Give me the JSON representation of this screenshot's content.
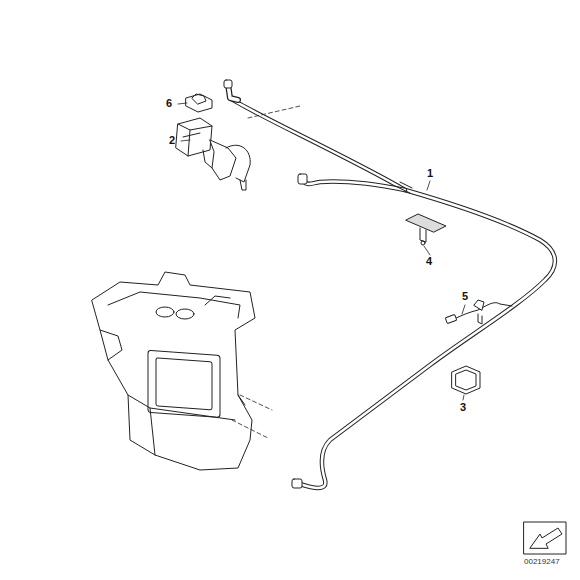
{
  "diagram": {
    "labels": [
      "6",
      "2",
      "1",
      "4",
      "5",
      "3",
      "00219247"
    ]
  }
}
